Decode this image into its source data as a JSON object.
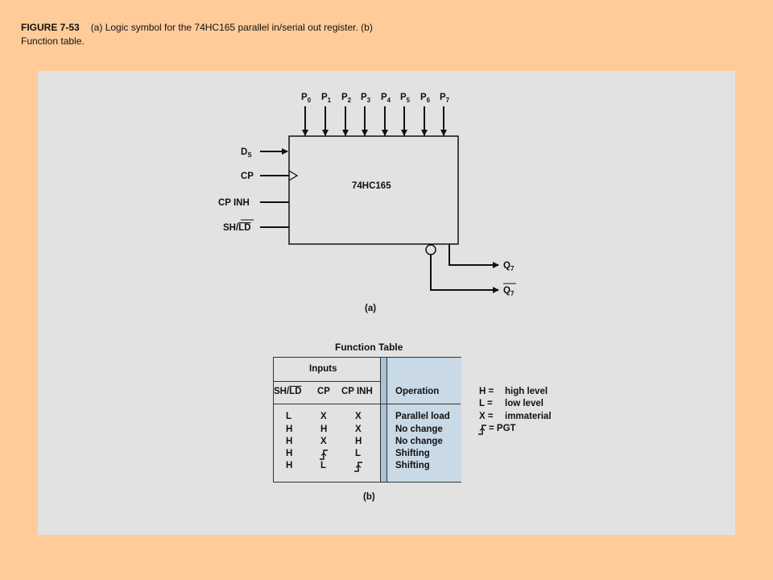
{
  "caption": {
    "figure": "FIGURE 7-53",
    "text": "(a) Logic symbol for the 74HC165 parallel in/serial out register. (b) Function table."
  },
  "symbol": {
    "chip_label": "74HC165",
    "parallel_inputs": [
      "P",
      "P",
      "P",
      "P",
      "P",
      "P",
      "P",
      "P"
    ],
    "parallel_subscripts": [
      "0",
      "1",
      "2",
      "3",
      "4",
      "5",
      "6",
      "7"
    ],
    "ds": "D",
    "ds_sub": "S",
    "cp": "CP",
    "cp_inh": "CP INH",
    "sh": "SH/",
    "ld": "LD",
    "q": "Q",
    "q_sub": "7",
    "qbar": "Q",
    "qbar_sub": "7",
    "part_label": "(a)"
  },
  "table": {
    "title": "Function Table",
    "inputs_header": "Inputs",
    "col_sh": "SH/",
    "col_ld": "LD",
    "col_cp": "CP",
    "col_cpinh": "CP INH",
    "col_op": "Operation",
    "rows": [
      {
        "sh": "L",
        "cp": "X",
        "cpinh": "X",
        "op": "Parallel load"
      },
      {
        "sh": "H",
        "cp": "H",
        "cpinh": "X",
        "op": "No change"
      },
      {
        "sh": "H",
        "cp": "X",
        "cpinh": "H",
        "op": "No change"
      },
      {
        "sh": "H",
        "cp": "",
        "cpinh": "L",
        "op": "Shifting"
      },
      {
        "sh": "H",
        "cp": "L",
        "cpinh": "",
        "op": "Shifting"
      }
    ],
    "part_label": "(b)"
  },
  "legend": {
    "h": "H =",
    "h_desc": "high level",
    "l": "L =",
    "l_desc": "low level",
    "x": "X =",
    "x_desc": "immaterial",
    "pgt": "= PGT"
  }
}
